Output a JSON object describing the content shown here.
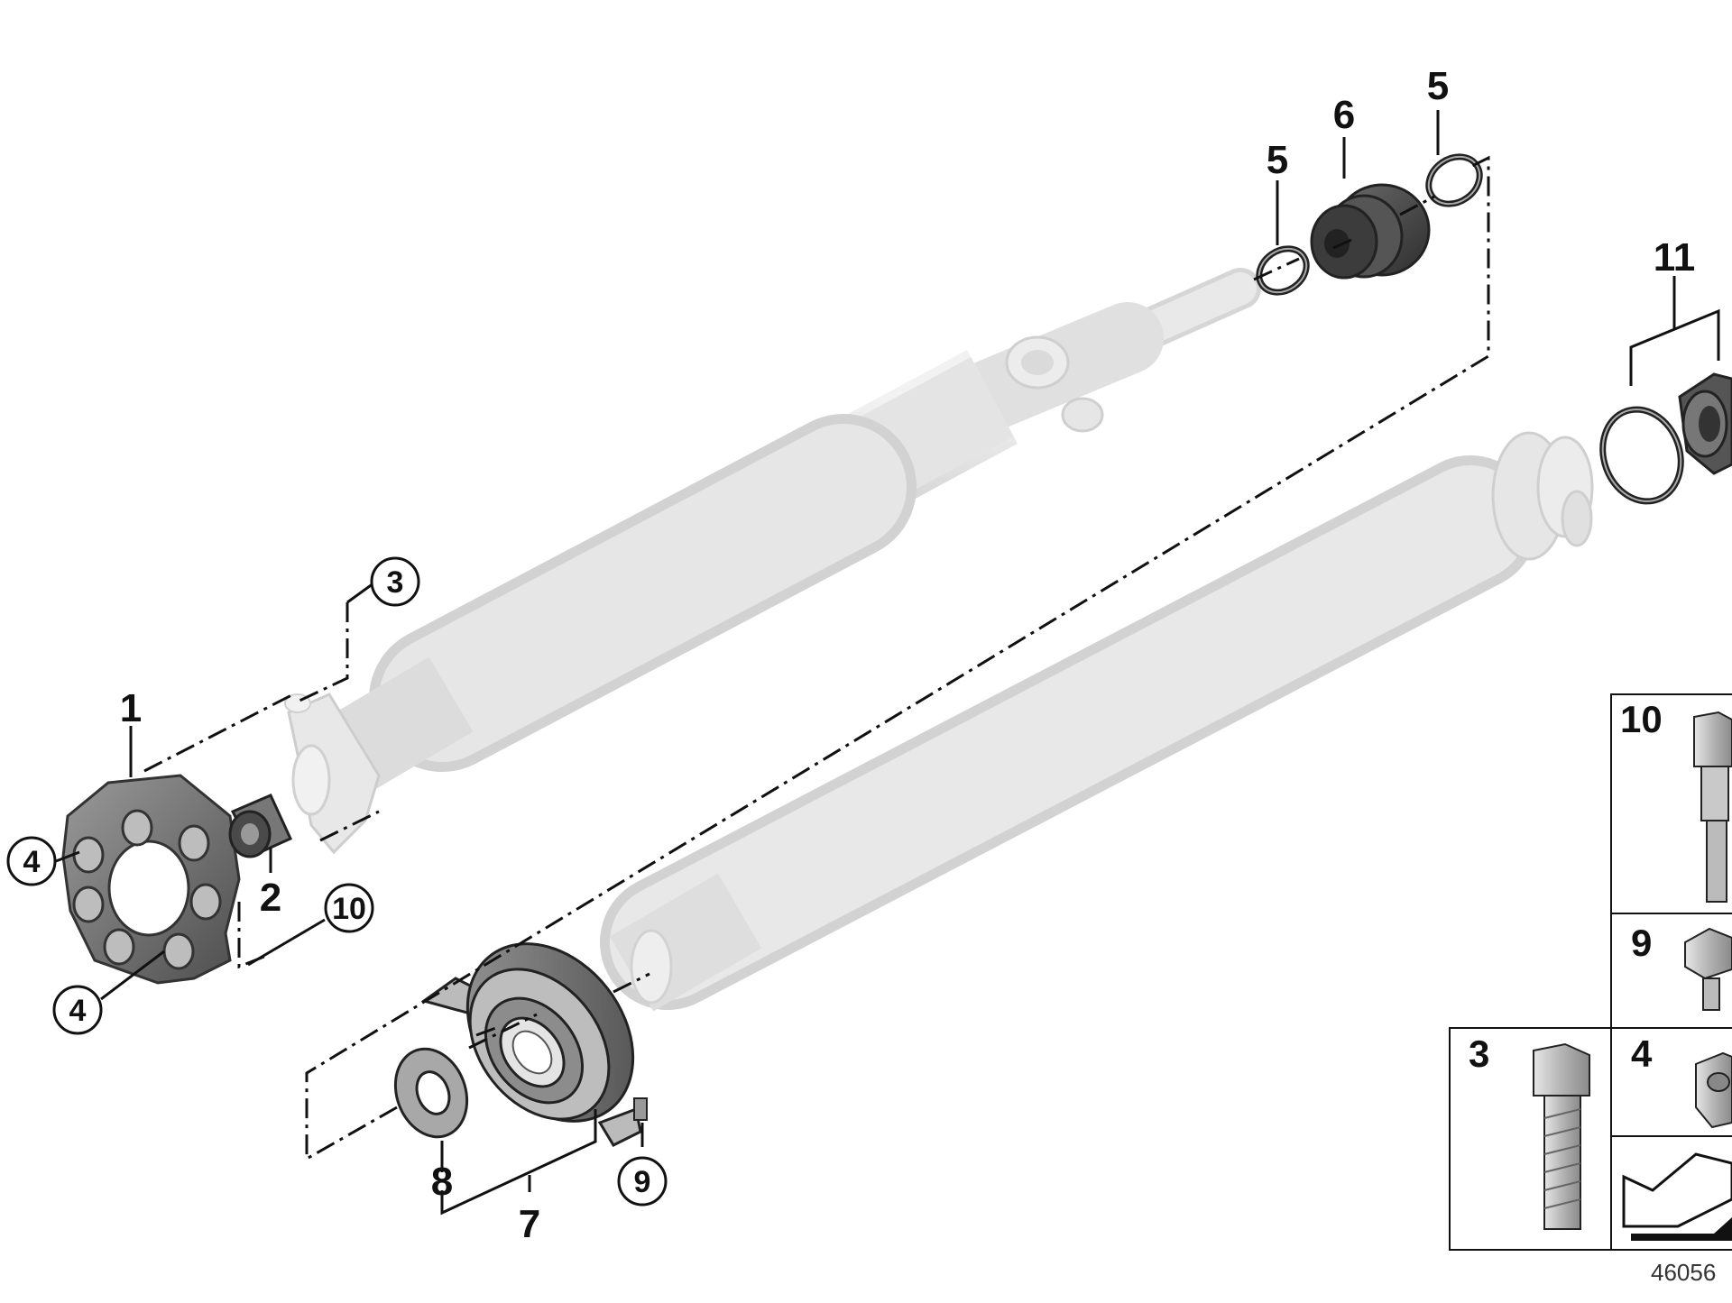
{
  "diagram": {
    "callouts": {
      "c1": "1",
      "c2": "2",
      "c3": "3",
      "c4a": "4",
      "c4b": "4",
      "c5a": "5",
      "c5b": "5",
      "c6": "6",
      "c7": "7",
      "c8": "8",
      "c9": "9",
      "c10": "10",
      "c11": "11"
    },
    "legend": {
      "box10": "10",
      "box9": "9",
      "box3": "3",
      "box4": "4"
    },
    "document_number": "46056"
  }
}
